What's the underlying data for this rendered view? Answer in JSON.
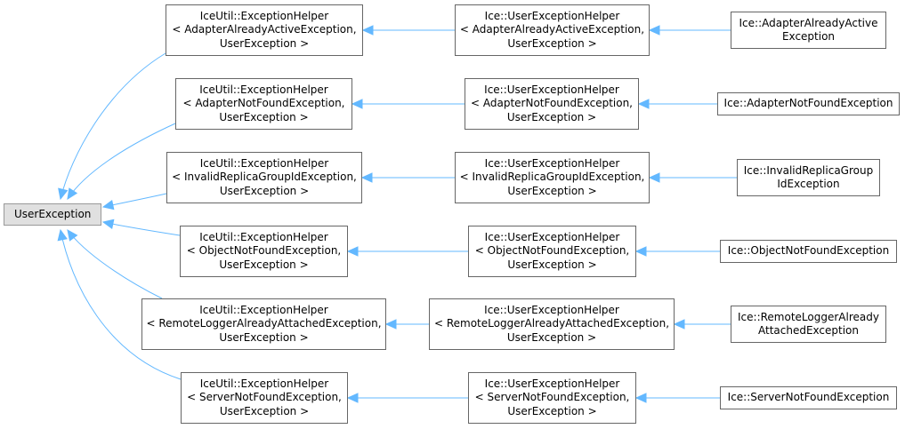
{
  "diagram": {
    "root": {
      "id": "n0",
      "lines": [
        "UserException"
      ]
    },
    "nodes": [
      {
        "id": "h1",
        "lines": [
          "IceUtil::ExceptionHelper",
          "< AdapterAlreadyActiveException,",
          "UserException >"
        ]
      },
      {
        "id": "h2",
        "lines": [
          "IceUtil::ExceptionHelper",
          "< AdapterNotFoundException,",
          "UserException >"
        ]
      },
      {
        "id": "h3",
        "lines": [
          "IceUtil::ExceptionHelper",
          "< InvalidReplicaGroupIdException,",
          "UserException >"
        ]
      },
      {
        "id": "h4",
        "lines": [
          "IceUtil::ExceptionHelper",
          "< ObjectNotFoundException,",
          "UserException >"
        ]
      },
      {
        "id": "h5",
        "lines": [
          "IceUtil::ExceptionHelper",
          "< RemoteLoggerAlreadyAttachedException,",
          "UserException >"
        ]
      },
      {
        "id": "h6",
        "lines": [
          "IceUtil::ExceptionHelper",
          "< ServerNotFoundException,",
          "UserException >"
        ]
      },
      {
        "id": "u1",
        "lines": [
          "Ice::UserExceptionHelper",
          "< AdapterAlreadyActiveException,",
          "UserException >"
        ]
      },
      {
        "id": "u2",
        "lines": [
          "Ice::UserExceptionHelper",
          "< AdapterNotFoundException,",
          "UserException >"
        ]
      },
      {
        "id": "u3",
        "lines": [
          "Ice::UserExceptionHelper",
          "< InvalidReplicaGroupIdException,",
          "UserException >"
        ]
      },
      {
        "id": "u4",
        "lines": [
          "Ice::UserExceptionHelper",
          "< ObjectNotFoundException,",
          "UserException >"
        ]
      },
      {
        "id": "u5",
        "lines": [
          "Ice::UserExceptionHelper",
          "< RemoteLoggerAlreadyAttachedException,",
          "UserException >"
        ]
      },
      {
        "id": "u6",
        "lines": [
          "Ice::UserExceptionHelper",
          "< ServerNotFoundException,",
          "UserException >"
        ]
      },
      {
        "id": "c1",
        "lines": [
          "Ice::AdapterAlreadyActive",
          "Exception"
        ]
      },
      {
        "id": "c2",
        "lines": [
          "Ice::AdapterNotFoundException"
        ]
      },
      {
        "id": "c3",
        "lines": [
          "Ice::InvalidReplicaGroup",
          "IdException"
        ]
      },
      {
        "id": "c4",
        "lines": [
          "Ice::ObjectNotFoundException"
        ]
      },
      {
        "id": "c5",
        "lines": [
          "Ice::RemoteLoggerAlready",
          "AttachedException"
        ]
      },
      {
        "id": "c6",
        "lines": [
          "Ice::ServerNotFoundException"
        ]
      }
    ],
    "edges": [
      {
        "from": "h1",
        "to": "n0"
      },
      {
        "from": "h2",
        "to": "n0"
      },
      {
        "from": "h3",
        "to": "n0"
      },
      {
        "from": "h4",
        "to": "n0"
      },
      {
        "from": "h5",
        "to": "n0"
      },
      {
        "from": "h6",
        "to": "n0"
      },
      {
        "from": "u1",
        "to": "h1"
      },
      {
        "from": "u2",
        "to": "h2"
      },
      {
        "from": "u3",
        "to": "h3"
      },
      {
        "from": "u4",
        "to": "h4"
      },
      {
        "from": "u5",
        "to": "h5"
      },
      {
        "from": "u6",
        "to": "h6"
      },
      {
        "from": "c1",
        "to": "u1"
      },
      {
        "from": "c2",
        "to": "u2"
      },
      {
        "from": "c3",
        "to": "u3"
      },
      {
        "from": "c4",
        "to": "u4"
      },
      {
        "from": "c5",
        "to": "u5"
      },
      {
        "from": "c6",
        "to": "u6"
      }
    ],
    "colors": {
      "edge": "#63b8ff",
      "border": "#666666",
      "root_fill": "#e0e0e0"
    }
  }
}
